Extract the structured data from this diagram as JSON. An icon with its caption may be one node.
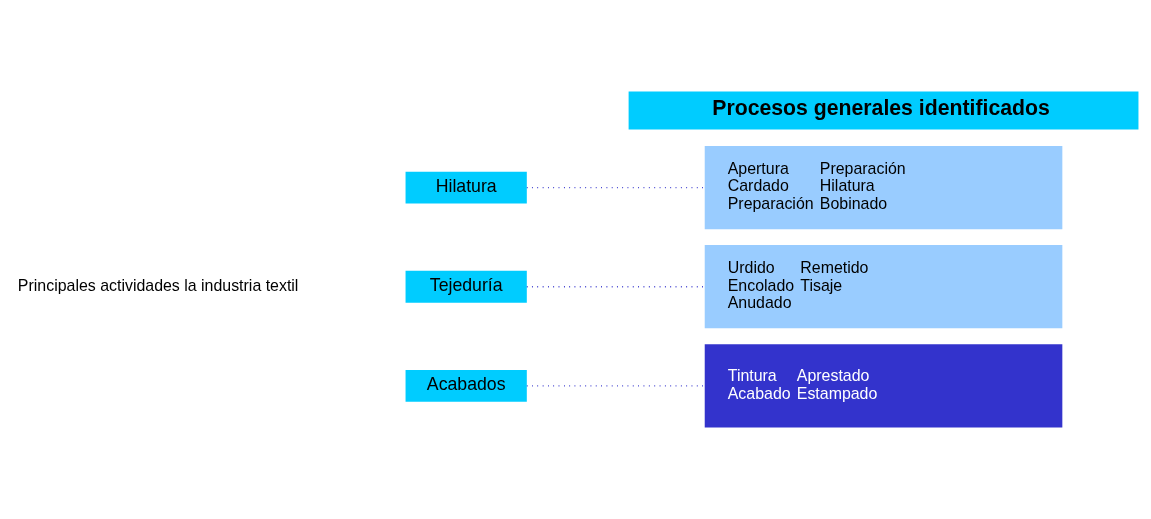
{
  "diagram": {
    "nodes": [
      {
        "text": [
          "Procesos generales identificados"
        ]
      },
      {
        "text": [
          "Hilatura"
        ]
      },
      {
        "text": [
          "Apertura Cardado Preparación",
          "Preparación Hilatura Bobinado"
        ]
      },
      {
        "text": [
          "Tejeduría"
        ]
      },
      {
        "text": [
          "Urdido Encolado Anudado",
          "Remetido Tisaje"
        ]
      },
      {
        "text": [
          "Acabados"
        ]
      },
      {
        "text": [
          "Tintura Acabado",
          "Aprestado Estampado"
        ]
      }
    ],
    "edges": [
      {
        "from": 1,
        "to": 2,
        "arrow": "none",
        "style": "dashed"
      },
      {
        "from": 3,
        "to": 4,
        "arrow": "none",
        "style": "dashed"
      },
      {
        "from": 5,
        "to": 6,
        "arrow": "none",
        "style": "dashed"
      }
    ],
    "labels": [
      "Principales actividades la industria textil"
    ]
  }
}
